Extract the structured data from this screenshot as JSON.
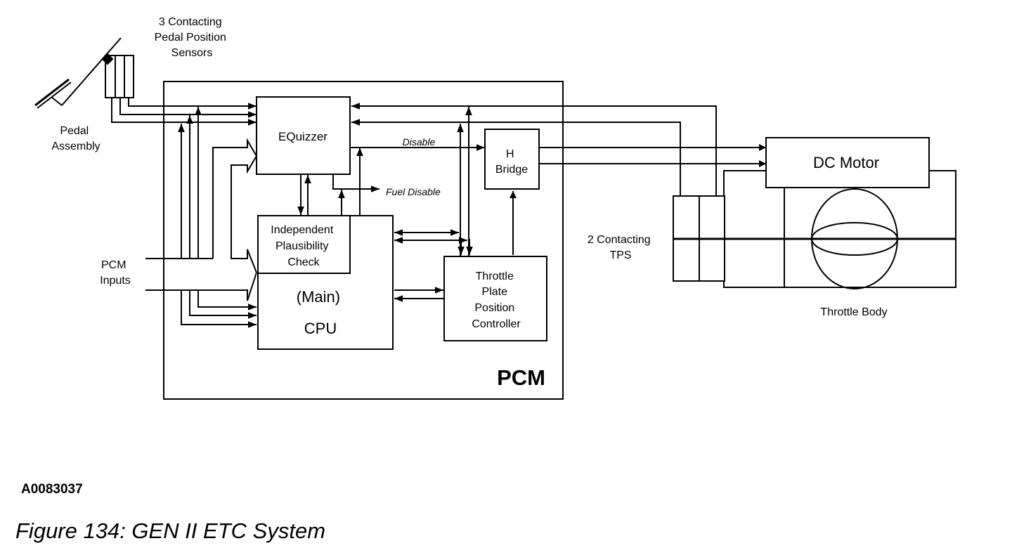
{
  "labels": {
    "pedal_sensors": [
      "3 Contacting",
      "Pedal Position",
      "Sensors"
    ],
    "pedal_assembly": [
      "Pedal",
      "Assembly"
    ],
    "pcm_inputs": [
      "PCM",
      "Inputs"
    ],
    "equizzer": "EQuizzer",
    "disable": "Disable",
    "fuel_disable": "Fuel Disable",
    "h_bridge": [
      "H",
      "Bridge"
    ],
    "plausibility": [
      "Independent",
      "Plausibility",
      "Check"
    ],
    "cpu": [
      "(Main)",
      "CPU"
    ],
    "tppc": [
      "Throttle",
      "Plate",
      "Position",
      "Controller"
    ],
    "pcm": "PCM",
    "dc_motor": "DC Motor",
    "tps": [
      "2 Contacting",
      "TPS"
    ],
    "throttle_body": "Throttle Body"
  },
  "figure": {
    "id": "A0083037",
    "caption": "Figure 134: GEN II ETC System"
  }
}
